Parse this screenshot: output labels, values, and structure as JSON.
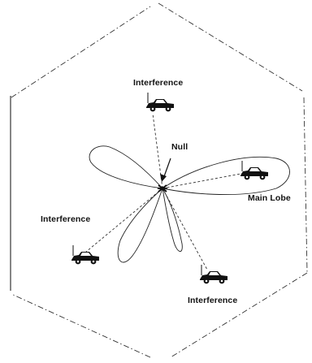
{
  "labels": {
    "interference_top": "Interference",
    "null": "Null",
    "main_lobe": "Main Lobe",
    "interference_left": "Interference",
    "interference_bottom": "Interference"
  },
  "icons": {
    "vehicles": [
      "car-icon",
      "car-icon",
      "car-icon",
      "car-icon"
    ],
    "antenna": "antenna-icon",
    "arrow": "arrow-icon"
  },
  "colors": {
    "line": "#111111",
    "background": "#ffffff"
  }
}
